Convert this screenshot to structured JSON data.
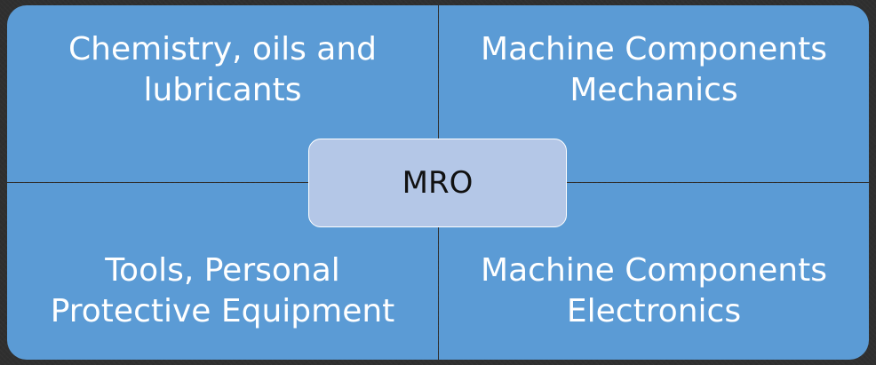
{
  "diagram": {
    "quadrants": {
      "top_left": [
        "Chemistry, oils and",
        "lubricants"
      ],
      "top_right": [
        "Machine Components",
        "Mechanics"
      ],
      "bottom_left": [
        "Tools, Personal",
        "Protective Equipment"
      ],
      "bottom_right": [
        "Machine Components",
        "Electronics"
      ]
    },
    "center_label": "MRO"
  },
  "colors": {
    "quadrant_fill": "#5b9bd5",
    "center_fill": "#b4c7e7",
    "background": "#2f2f2f",
    "text_light": "#ffffff",
    "text_dark": "#111111"
  }
}
